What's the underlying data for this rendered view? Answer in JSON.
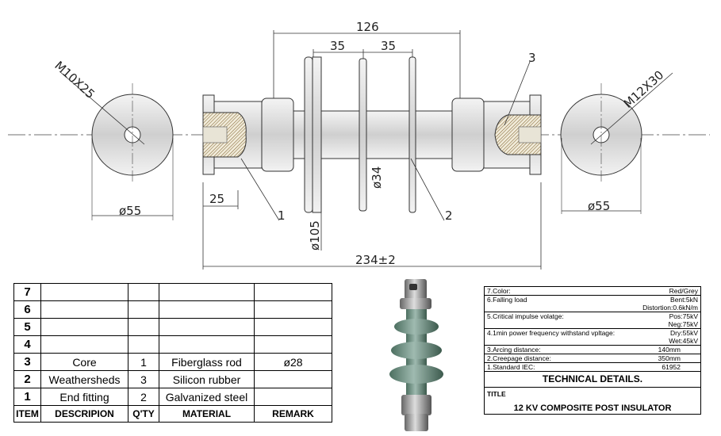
{
  "dimensions": {
    "overall_width": "126",
    "pitch_left": "35",
    "pitch_right": "35",
    "thread_left": "M10X25",
    "thread_right": "M12X30",
    "dia_left": "ø55",
    "dia_right": "ø55",
    "fitting_len": "25",
    "shed_dia": "ø105",
    "core_dia": "ø34",
    "total_len": "234±2",
    "callout_1": "1",
    "callout_2": "2",
    "callout_3": "3"
  },
  "bom": {
    "rows": [
      {
        "item": "7",
        "desc": "",
        "qty": "",
        "material": "",
        "remark": ""
      },
      {
        "item": "6",
        "desc": "",
        "qty": "",
        "material": "",
        "remark": ""
      },
      {
        "item": "5",
        "desc": "",
        "qty": "",
        "material": "",
        "remark": ""
      },
      {
        "item": "4",
        "desc": "",
        "qty": "",
        "material": "",
        "remark": ""
      },
      {
        "item": "3",
        "desc": "Core",
        "qty": "1",
        "material": "Fiberglass rod",
        "remark": "ø28"
      },
      {
        "item": "2",
        "desc": "Weathersheds",
        "qty": "3",
        "material": "Silicon rubber",
        "remark": ""
      },
      {
        "item": "1",
        "desc": "End fitting",
        "qty": "2",
        "material": "Galvanized steel",
        "remark": ""
      }
    ],
    "header": {
      "item": "ITEM",
      "desc": "DESCRIPION",
      "qty": "Q'TY",
      "material": "MATERIAL",
      "remark": "REMARK"
    }
  },
  "tech": {
    "color_label": "7.Color:",
    "color_value": "Red/Grey",
    "load_label": "6.Falling load",
    "load_bent": "Bent:5kN",
    "load_dist": "Distortion:0.6kN/m",
    "impulse_label": "5.Critical impulse volatge:",
    "impulse_pos": "Pos:75kV",
    "impulse_neg": "Neg:75kV",
    "pf_label": "4.1min power frequency withstand vpltage:",
    "pf_dry": "Dry:55kV",
    "pf_wet": "Wet:45kV",
    "arc_label": "3.Arcing distance:",
    "arc_value": "140mm",
    "creep_label": "2.Creepage distance:",
    "creep_value": "350mm",
    "std_label": "1.Standard IEC:",
    "std_value": "61952",
    "heading": "TECHNICAL DETAILS.",
    "title_label": "TITLE",
    "title_value": "12 KV COMPOSITE POST INSULATOR"
  }
}
